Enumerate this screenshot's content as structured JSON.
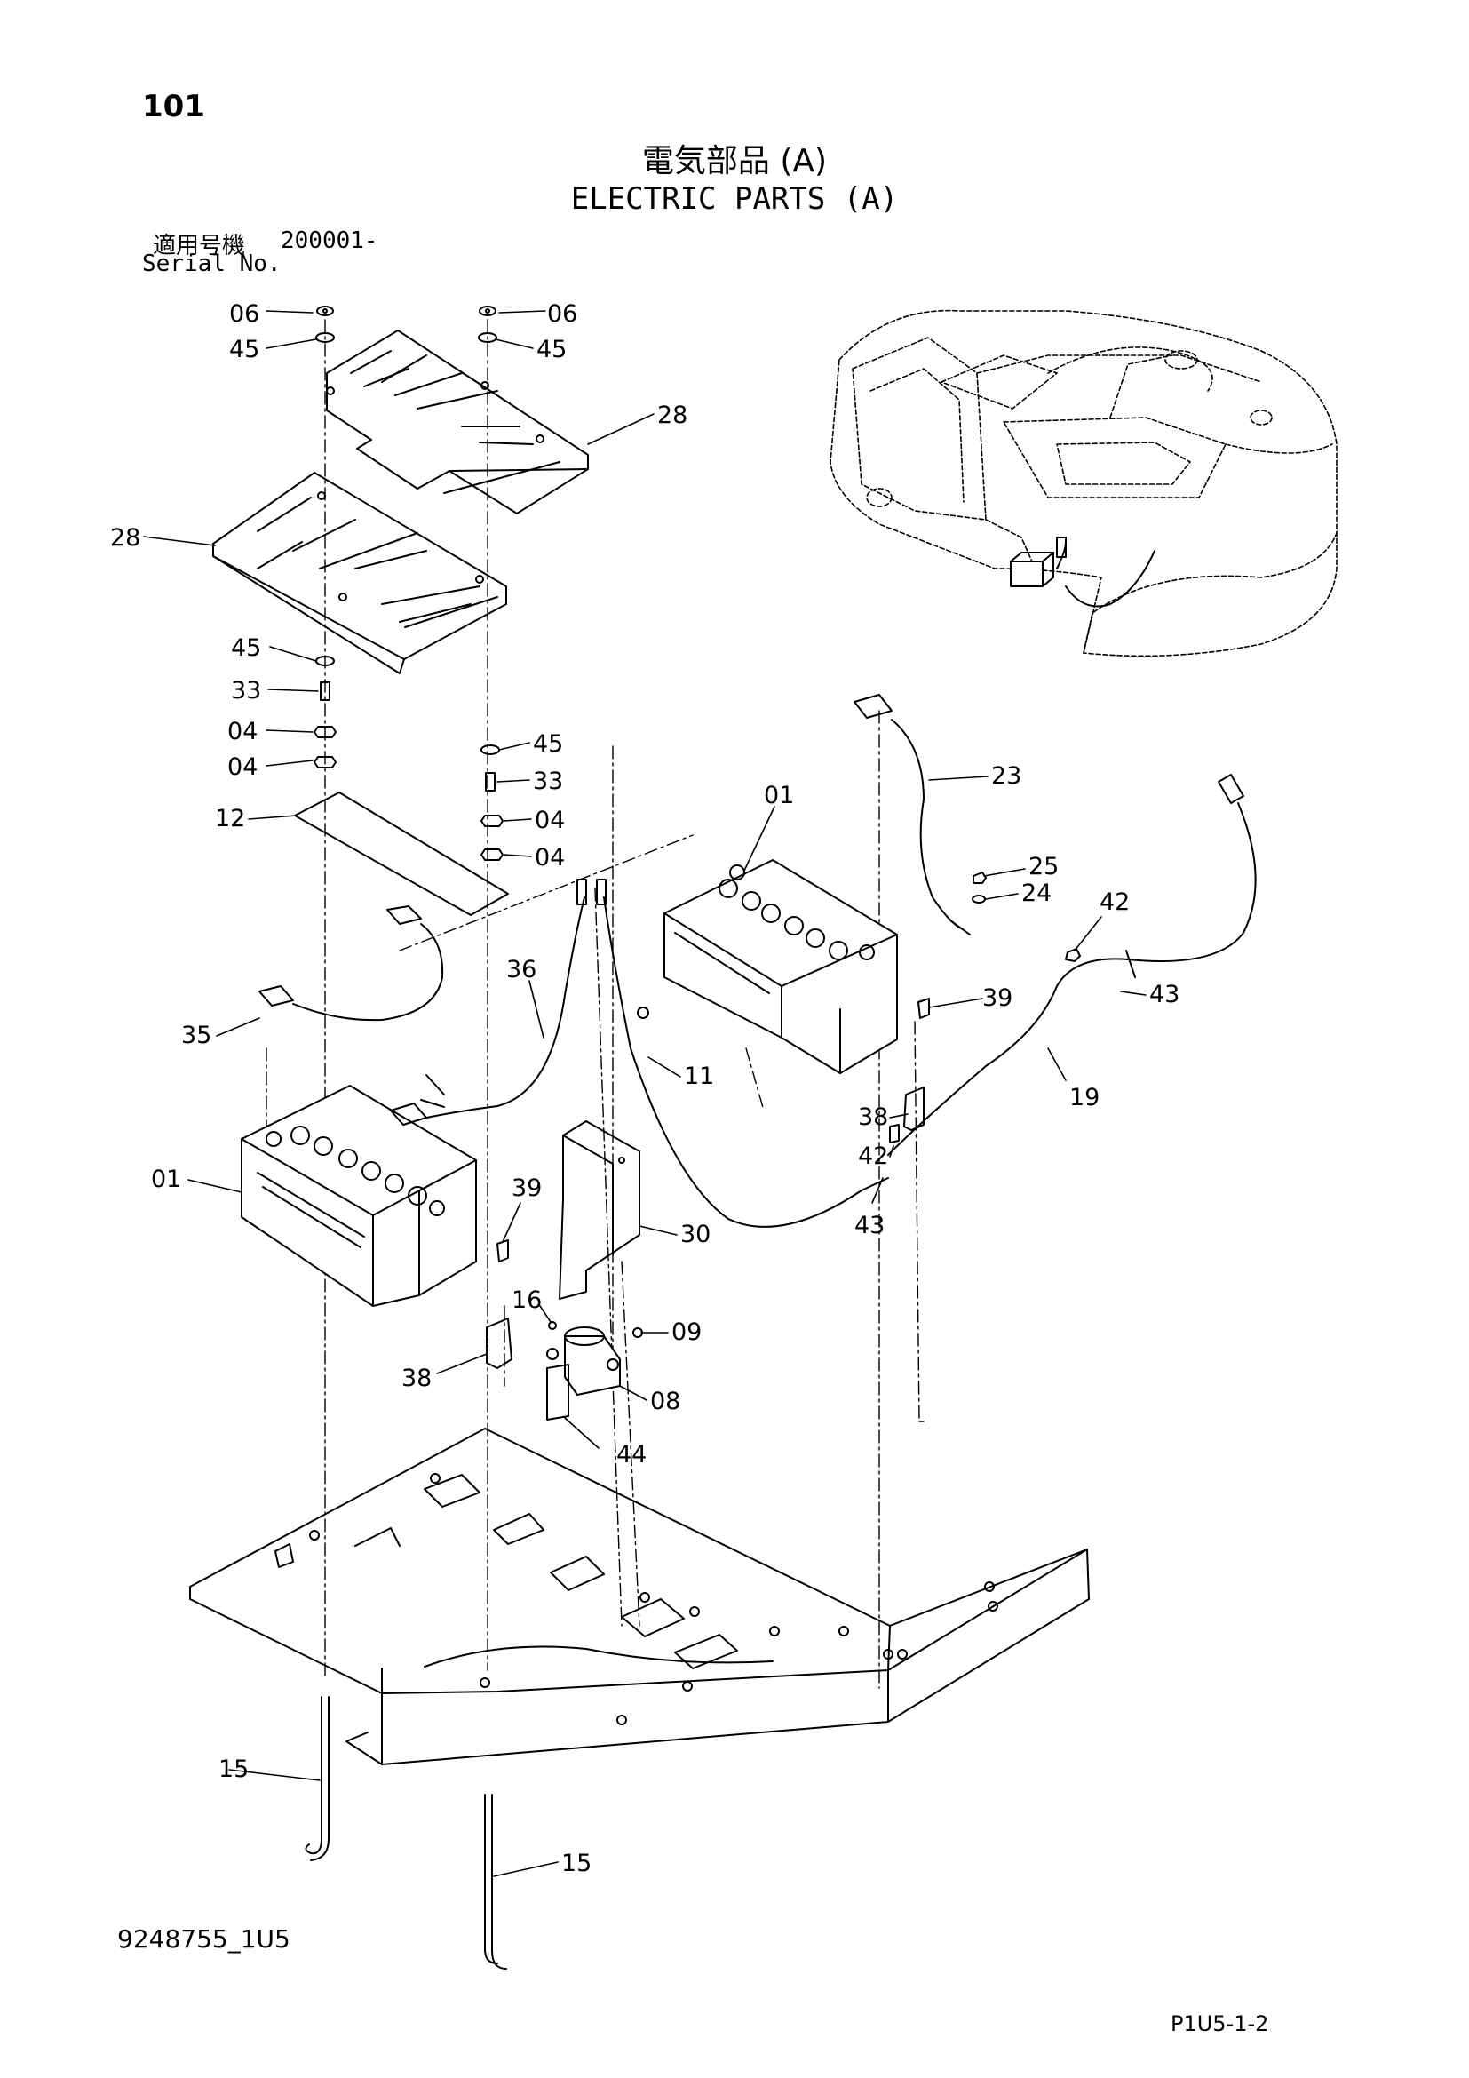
{
  "header": {
    "page_number": "101",
    "title_jp": "電気部品 (A)",
    "title_en": "ELECTRIC PARTS (A)",
    "serial_label_jp": "適用号機",
    "serial_value": "200001-",
    "serial_label_en": "Serial No."
  },
  "footer": {
    "document_code": "9248755_1U5",
    "page_code": "P1U5-1-2"
  },
  "callouts": [
    "06",
    "45",
    "06",
    "45",
    "28",
    "28",
    "45",
    "33",
    "04",
    "04",
    "45",
    "33",
    "04",
    "04",
    "12",
    "01",
    "23",
    "25",
    "24",
    "42",
    "43",
    "36",
    "35",
    "39",
    "11",
    "19",
    "38",
    "42",
    "01",
    "39",
    "30",
    "43",
    "16",
    "09",
    "38",
    "08",
    "44",
    "15",
    "15"
  ]
}
